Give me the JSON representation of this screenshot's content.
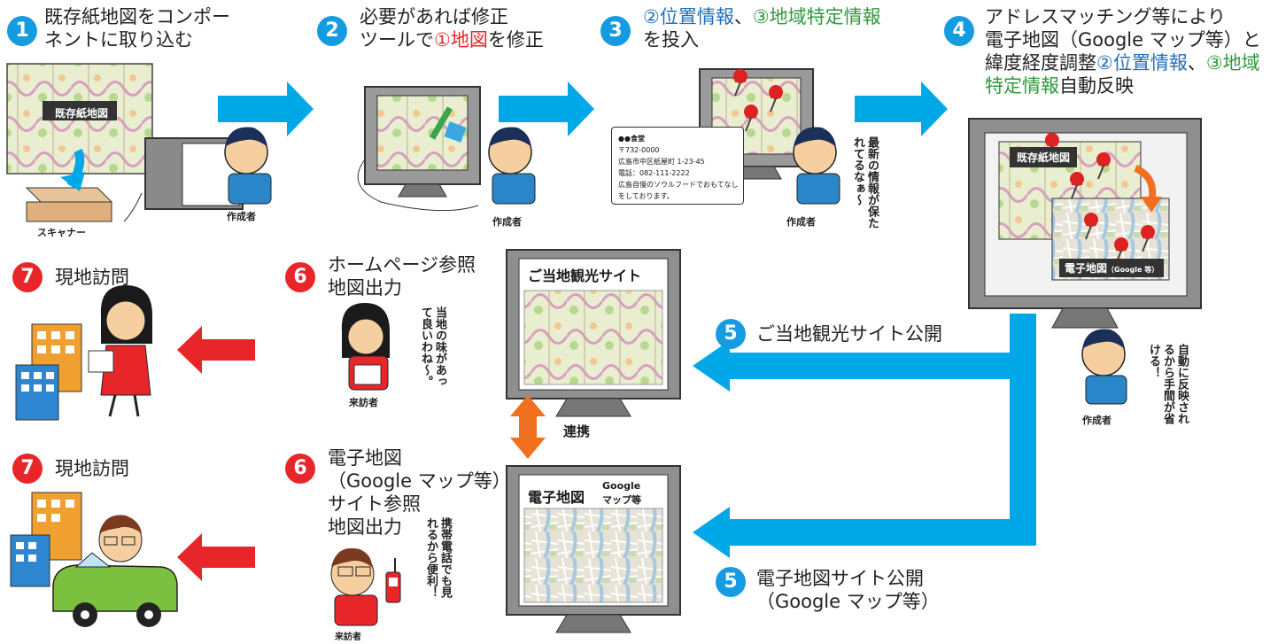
{
  "steps": {
    "s1": {
      "num": "1",
      "line1": "既存紙地図をコンポー",
      "line2": "ネントに取り込む"
    },
    "s2": {
      "num": "2",
      "line1": "必要があれば修正",
      "line2_pre": "ツールで",
      "line2_red": "①地図",
      "line2_post": "を修正"
    },
    "s3": {
      "num": "3",
      "blue": "②位置情報",
      "sep": "、",
      "green": "③地域特定情報",
      "line2": "を投入"
    },
    "s4": {
      "num": "4",
      "line1": "アドレスマッチング等により",
      "line2": "電子地図（Google マップ等）と",
      "line3_pre": "緯度経度調整",
      "line3_blue": "②位置情報",
      "line3_sep": "、",
      "line3_green": "③地域",
      "line4_green": "特定情報",
      "line4_post": "自動反映"
    },
    "s5a": {
      "num": "5",
      "text": "ご当地観光サイト公開"
    },
    "s5b": {
      "num": "5",
      "line1": "電子地図サイト公開",
      "line2": "（Google マップ等）"
    },
    "s6a": {
      "num": "6",
      "line1": "ホームページ参照",
      "line2": "地図出力"
    },
    "s6b": {
      "num": "6",
      "line1": "電子地図",
      "line2": "（Google マップ等）",
      "line3": "サイト参照",
      "line4": "地図出力"
    },
    "s7a": {
      "num": "7",
      "text": "現地訪問"
    },
    "s7b": {
      "num": "7",
      "text": "現地訪問"
    }
  },
  "labels": {
    "scanner": "スキャナー",
    "paper_map": "既存紙地図",
    "creator": "作成者",
    "visitor": "来訪者",
    "link": "連携",
    "tourism_site": "ご当地観光サイト",
    "emap": "電子地図",
    "emap_google": "（Google 等）",
    "google": "Google",
    "google_etc": "マップ等"
  },
  "speech": {
    "latest": "最新の情報が保たれてるなぁ〜",
    "auto": "自動に反映されるから手間が省ける！",
    "taste": "当地の味があって良いわね〜。",
    "mobile": "携帯電話でも見れるから便利！"
  },
  "info_card": {
    "name": "●●食堂",
    "zip": "〒732-0000",
    "address": "広島市中区紙屋町 1-23-45",
    "tel": "電話：082-111-2222",
    "desc1": "広島自慢のソウルフードでおもてなし",
    "desc2": "をしております。"
  },
  "colors": {
    "arrow_blue": "#00a8e8",
    "arrow_red": "#e8262a",
    "arrow_orange": "#f07020",
    "badge_blue": "#159be0",
    "badge_red": "#e8262a",
    "text_blue": "#1f6fbd",
    "text_green": "#2e9a3b"
  }
}
